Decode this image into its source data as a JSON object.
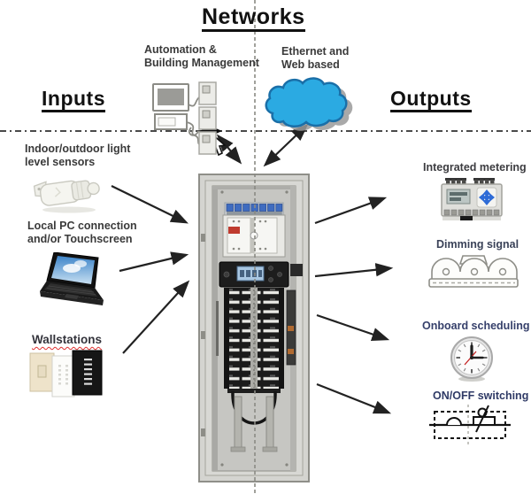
{
  "titles": {
    "networks": "Networks",
    "inputs": "Inputs",
    "outputs": "Outputs"
  },
  "network_section": {
    "bms_label_line1": "Automation &",
    "bms_label_line2": "Building Management",
    "bms_icon": "building-management-controller-icon",
    "web_label_line1": "Ethernet and",
    "web_label_line2": "Web based",
    "web_icon": "cloud-icon"
  },
  "input_section": {
    "items": [
      {
        "line1": "Indoor/outdoor light",
        "line2": "level sensors",
        "icon": "light-sensor-icon"
      },
      {
        "line1": "Local PC connection",
        "line2": "and/or Touchscreen",
        "icon": "laptop-icon"
      },
      {
        "line1": "Wallstations",
        "icon": "wallstations-icon"
      }
    ]
  },
  "output_section": {
    "items": [
      {
        "label": "Integrated metering",
        "icon": "energy-meter-icon"
      },
      {
        "label": "Dimming signal",
        "icon": "dimming-ballast-icon"
      },
      {
        "label": "Onboard scheduling",
        "icon": "clock-icon"
      },
      {
        "label": "ON/OFF switching",
        "icon": "switch-circuit-icon"
      }
    ]
  },
  "center_panel": {
    "name": "lighting-control-panel-cabinet"
  },
  "colors": {
    "cloud_blue": "#2BAAE2",
    "cloud_outline": "#1A6FA8",
    "heading_text": "#111111",
    "label_text": "#3A3A3A",
    "onoff_label_text": "#2F3A66",
    "wallstations_underline_red": "#E03030",
    "arrow_black": "#222222",
    "panel_gray": "#D4D4D0",
    "lcd_blue": "#A9C7E2",
    "dpad_blue": "#2E6BD6",
    "clock_second_hand_red": "#C42121"
  }
}
